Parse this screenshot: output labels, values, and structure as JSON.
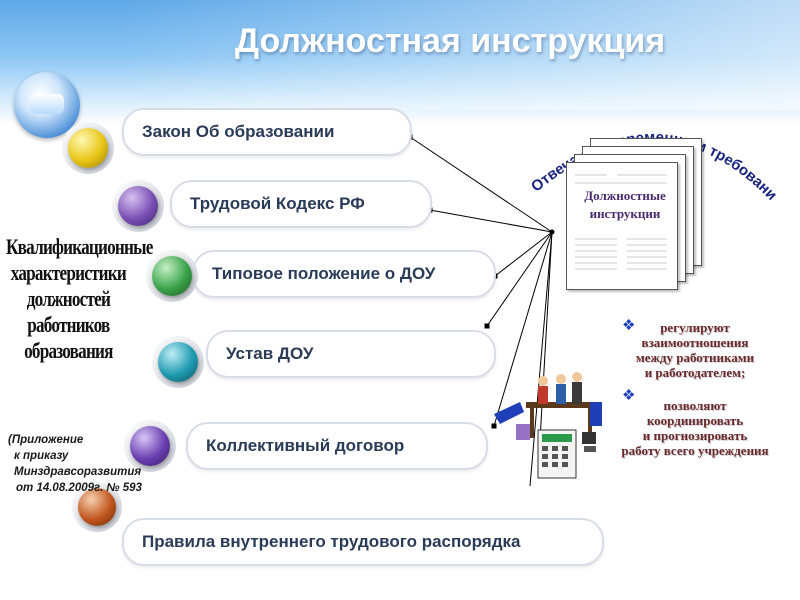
{
  "title": "Должностная инструкция",
  "items": [
    {
      "label": "Закон Об образовании",
      "color": "#e8c516"
    },
    {
      "label": "Трудовой Кодекс РФ",
      "color": "#7a4fb5"
    },
    {
      "label": "Типовое положение о ДОУ",
      "color": "#3aa34a"
    },
    {
      "label": "Устав ДОУ",
      "color": "#1f9bb0"
    },
    {
      "label": "Коллективный договор",
      "color": "#6a3fb0"
    },
    {
      "label": "Правила внутреннего трудового распорядка",
      "color": "#c2561e"
    }
  ],
  "left_caption": [
    "Квалификационные",
    "характеристики",
    "должностей",
    "работников",
    "образования"
  ],
  "appendix": [
    "(Приложение",
    "к приказу",
    "Минздравсоразвития",
    "от 14.08.2009г. № 593"
  ],
  "document": {
    "title_lines": [
      "Должностные",
      "инструкции"
    ],
    "arc_text": "Отвечают современным требованиям"
  },
  "right_items": [
    {
      "lines": [
        "регулируют",
        "взаимоотношения",
        "между работниками",
        "и работодателем;"
      ]
    },
    {
      "lines": [
        "позволяют",
        "координировать",
        "и прогнозировать",
        "работу всего учреждения"
      ]
    }
  ],
  "icons": {
    "bullet": "diamond-bullet-icon",
    "office": "office-workers-illustration"
  }
}
